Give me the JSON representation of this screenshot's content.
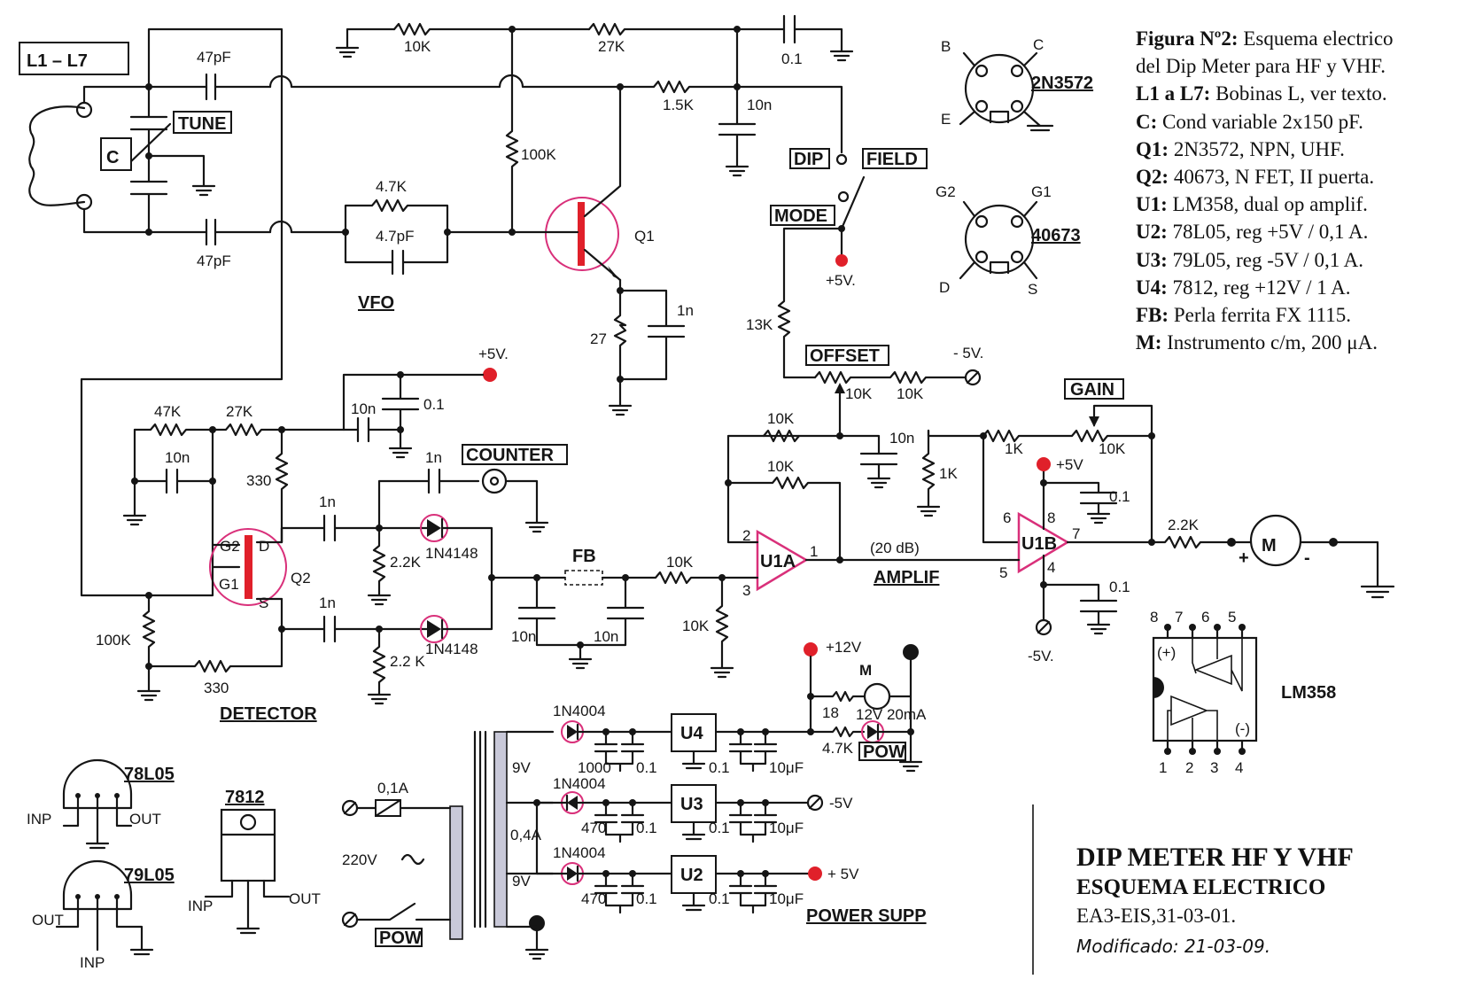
{
  "labels": {
    "l1l7": "L1 – L7",
    "c": "C",
    "tune": "TUNE",
    "vfo": "VFO",
    "detector": "DETECTOR",
    "counter": "COUNTER",
    "fb": "FB",
    "amplif": "AMPLIF",
    "gain20": "(20 dB)",
    "offset": "OFFSET",
    "mode": "MODE",
    "dip": "DIP",
    "field": "FIELD",
    "gain": "GAIN",
    "power_supp": "POWER SUPP",
    "pow": "POW",
    "q1": "Q1",
    "q2": "Q2",
    "u1a": "U1A",
    "u1b": "U1B",
    "u2": "U2",
    "u3": "U3",
    "u4": "U4",
    "m": "M",
    "lm358": "LM358",
    "t2n3572": "2N3572",
    "t40673": "40673",
    "r78l05": "78L05",
    "r79l05": "79L05",
    "r7812": "7812",
    "v220": "220V",
    "nine_v1": "9V",
    "nine_v2": "9V",
    "fuse": "0,1A",
    "fuse2": "0,4A"
  },
  "values": {
    "c47pf_top": "47pF",
    "c47pf_bot": "47pF",
    "r10k_top": "10K",
    "r27k_top": "27K",
    "c01_top": "0.1",
    "r15k": "1.5K",
    "c10n_top": "10n",
    "r100k": "100K",
    "r47k_vfo": "4.7K",
    "c47pf_vfo": "4.7pF",
    "r27": "27",
    "c1n_q1": "1n",
    "r13k": "13K",
    "plus5v_mode": "+5V.",
    "minus5v_off": "- 5V.",
    "r10k_off1": "10K",
    "r10k_off2": "10K",
    "plus5v_det": "+5V.",
    "r47k_det": "47K",
    "r27k_det": "27K",
    "c10n_det": "10n",
    "c01_det": "0.1",
    "c10n_det2": "10n",
    "r330_a": "330",
    "c1n_counter": "1n",
    "c1n_a": "1n",
    "c1n_b": "1n",
    "r22k_a": "2.2K",
    "r22k_b": "2.2 K",
    "d1": "1N4148",
    "d2": "1N4148",
    "r100k_det": "100K",
    "r330_b": "330",
    "c10n_fb1": "10n",
    "c10n_fb2": "10n",
    "r10k_fb": "10K",
    "r10k_gnd": "10K",
    "r10k_fbk1": "10K",
    "r10k_fbk2": "10K",
    "c10n_u1a": "10n",
    "pin2": "2",
    "pin3": "3",
    "pin1": "1",
    "r1k_a": "1K",
    "r1k_b": "1K",
    "r10k_gain": "10K",
    "plus5v_u1b": "+5V",
    "c01_u1b": "0.1",
    "c01_u1b2": "0.1",
    "minus5v_u1b": "-5V.",
    "pin6": "6",
    "pin8": "8",
    "pin7": "7",
    "pin5": "5",
    "pin4": "4",
    "r22k_m": "2.2K",
    "plus12v": "+12V",
    "r18": "18",
    "m_lamp": "12V 20mA",
    "r47k_pow": "4.7K",
    "d1n4004_a": "1N4004",
    "d1n4004_b": "1N4004",
    "d1n4004_c": "1N4004",
    "c1000": "1000",
    "c470a": "470",
    "c470b": "470",
    "c01_ps1": "0.1",
    "c01_ps2": "0.1",
    "c01_ps3": "0.1",
    "c01_ps4": "0.1",
    "c01_ps5": "0.1",
    "c01_ps6": "0.1",
    "c10uf_1": "10μF",
    "c10uf_2": "10μF",
    "c10uf_3": "10μF",
    "minus5v_ps": "-5V",
    "plus5v_ps": "+ 5V",
    "inp1": "INP",
    "out1": "OUT",
    "inp2": "INP",
    "out2": "OUT",
    "out3": "OUT",
    "inp3": "INP",
    "pin_b": "B",
    "pin_c": "C",
    "pin_e": "E",
    "pin_g2": "G2",
    "pin_g1": "G1",
    "pin_d": "D",
    "pin_s": "S",
    "plus_m": "+",
    "minus_m": "-",
    "g2": "G2",
    "dd": "D",
    "g1": "G1",
    "ss": "S",
    "lm_plus": "(+)",
    "lm_minus": "(-)",
    "lm_p8": "8",
    "lm_p7": "7",
    "lm_p6": "6",
    "lm_p5": "5",
    "lm_p1": "1",
    "lm_p2": "2",
    "lm_p3": "3",
    "lm_p4": "4"
  },
  "legend": [
    {
      "key": "Figura Nº2:",
      "text": " Esquema electrico"
    },
    {
      "key": "",
      "text": "del Dip Meter para HF y VHF."
    },
    {
      "key": "L1 a L7:",
      "text": " Bobinas L, ver texto."
    },
    {
      "key": "C:",
      "text": " Cond variable 2x150 pF."
    },
    {
      "key": "Q1:",
      "text": " 2N3572, NPN, UHF."
    },
    {
      "key": "Q2:",
      "text": " 40673, N FET, II puerta."
    },
    {
      "key": "U1:",
      "text": " LM358, dual op amplif."
    },
    {
      "key": "U2:",
      "text": " 78L05, reg +5V / 0,1 A."
    },
    {
      "key": "U3:",
      "text": " 79L05, reg -5V / 0,1 A."
    },
    {
      "key": "U4:",
      "text": " 7812, reg +12V / 1 A."
    },
    {
      "key": "FB:",
      "text": " Perla ferrita FX 1115."
    },
    {
      "key": "M:",
      "text": " Instrumento c/m, 200 μA."
    }
  ],
  "title_block": {
    "title": "DIP METER HF Y VHF",
    "subtitle": "ESQUEMA ELECTRICO",
    "ref": "EA3-EIS,31-03-01.",
    "modified": "Modificado: 21-03-09."
  },
  "colors": {
    "ink": "#151515",
    "highlight_circle": "#d9307a",
    "terminal_red": "#e0202a"
  }
}
